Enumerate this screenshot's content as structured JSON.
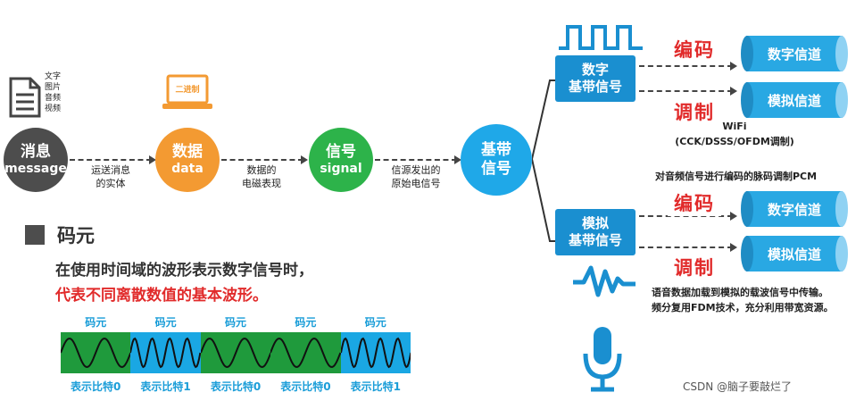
{
  "flow": {
    "doc_types": [
      "文字",
      "图片",
      "音频",
      "视频"
    ],
    "message": {
      "title": "消息",
      "sub": "message"
    },
    "data": {
      "title": "数据",
      "sub": "data"
    },
    "signal": {
      "title": "信号",
      "sub": "signal"
    },
    "baseband": {
      "title": "基带\n信号"
    },
    "laptop_label": "二进制",
    "edge1": "运送消息\n的实体",
    "edge2": "数据的\n电磁表现",
    "edge3": "信源发出的\n原始电信号"
  },
  "right": {
    "digital_baseband": "数字\n基带信号",
    "analog_baseband": "模拟\n基带信号",
    "encode_label": "编码",
    "modulate_label": "调制",
    "digital_channel": "数字信道",
    "analog_channel": "模拟信道",
    "wifi_note": "WiFi\n(CCK/DSSS/OFDM调制)",
    "pcm_note": "对音频信号进行编码的脉码调制PCM",
    "voice_note_1": "语音数据加载到模拟的载波信号中传输。",
    "voice_note_2": "频分复用FDM技术，充分利用带宽资源。"
  },
  "symbol": {
    "heading": "码元",
    "line1": "在使用时间域的波形表示数字信号时，",
    "line2": "代表不同离散数值的基本波形。",
    "cells": [
      {
        "top": "码元",
        "bottom": "表示比特0",
        "bit": 0
      },
      {
        "top": "码元",
        "bottom": "表示比特1",
        "bit": 1
      },
      {
        "top": "码元",
        "bottom": "表示比特0",
        "bit": 0
      },
      {
        "top": "码元",
        "bottom": "表示比特0",
        "bit": 0
      },
      {
        "top": "码元",
        "bottom": "表示比特1",
        "bit": 1
      }
    ]
  },
  "watermark": {
    "credit": "CSDN @脑子要敲烂了"
  },
  "colors": {
    "message": "#4d4d4d",
    "data": "#f39a32",
    "signal": "#2db34a",
    "baseband": "#1fa8e8",
    "band_box": "#1a8fd0",
    "cell0": "#1f9a3c",
    "cell1": "#1aa7e3",
    "red": "#e12b2b"
  }
}
